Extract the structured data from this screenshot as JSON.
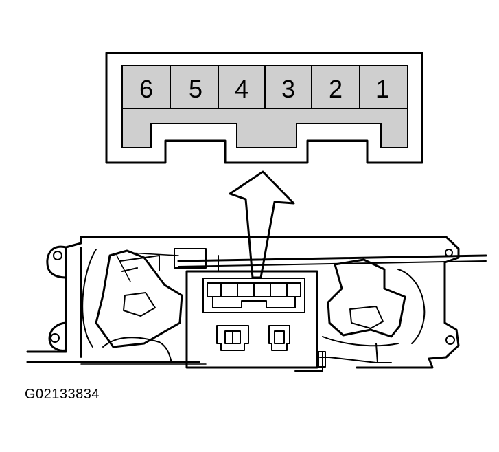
{
  "connector": {
    "pins": [
      {
        "label": "6"
      },
      {
        "label": "5"
      },
      {
        "label": "4"
      },
      {
        "label": "3"
      },
      {
        "label": "2"
      },
      {
        "label": "1"
      }
    ],
    "colors": {
      "cavity": "#cfcfcf",
      "outline": "#000000"
    }
  },
  "figure_id": "G02133834"
}
